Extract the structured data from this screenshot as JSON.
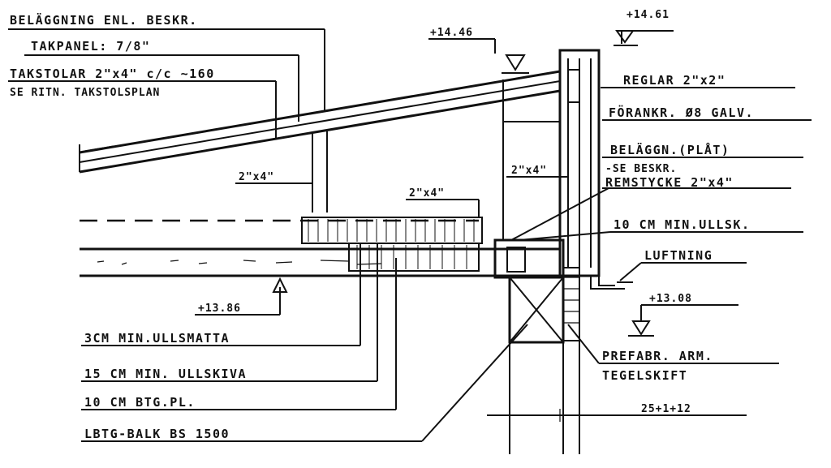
{
  "labels": {
    "belaggning": "BELÄGGNING ENL. BESKR.",
    "takpanel": "TAKPANEL: 7/8\"",
    "takstolar": "TAKSTOLAR 2\"x4\" c/c ~160",
    "takstolsplan": "SE RITN. TAKSTOLSPLAN",
    "level_top_left": "+14.46",
    "level_top_right": "+14.61",
    "reglar": "REGLAR 2\"x2\"",
    "forankr": "FÖRANKR. Ø8 GALV.",
    "belaggn_plat": "BELÄGGN.(PLÅT)",
    "se_beskr": "-SE BESKR.",
    "remstycke": "REMSTYCKE 2\"x4\"",
    "dim_left": "2\"x4\"",
    "dim_mid": "2\"x4\"",
    "dim_right": "2\"x4\"",
    "ullsk_10": "10 CM MIN.ULLSK.",
    "luftning": "LUFTNING",
    "level_bottom_left": "+13.86",
    "level_bottom_right": "+13.08",
    "ullsmatta": "3CM MIN.ULLSMATTA",
    "ullskiva": "15 CM MIN. ULLSKIVA",
    "btg_pl": "10 CM BTG.PL.",
    "lbtg_balk": "LBTG-BALK BS 1500",
    "prefab": "PREFABR. ARM.",
    "tegelskift": "TEGELSKIFT",
    "dim_bottom": "25+1+12"
  }
}
